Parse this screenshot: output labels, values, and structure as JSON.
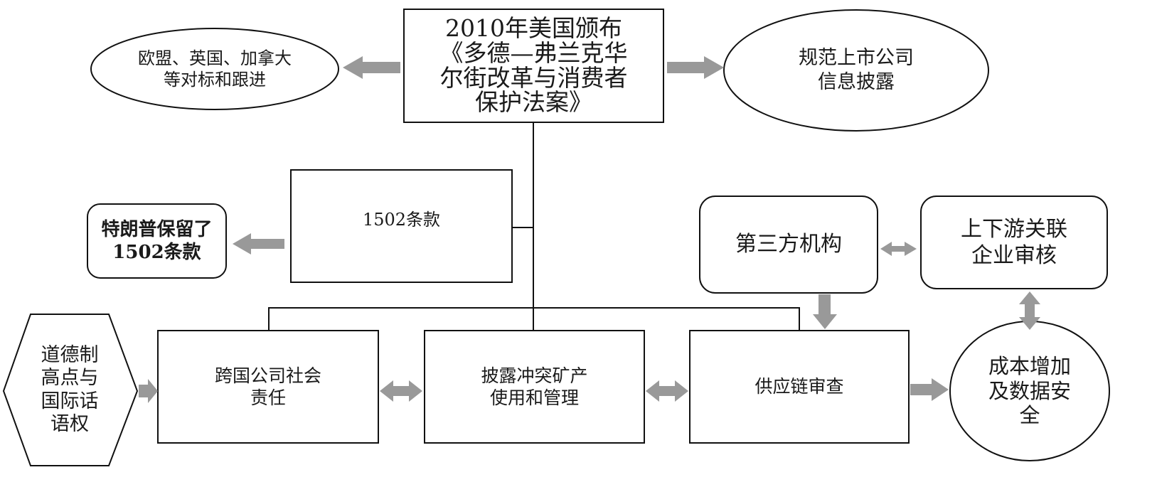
{
  "colors": {
    "stroke": "#111111",
    "arrow": "#999999",
    "text": "#1a1a1a"
  },
  "nodes": {
    "law": "2010年美国颁布\n《多德—弗兰克华\n尔街改革与消费者\n保护法案》",
    "follow": "欧盟、英国、加拿大\n等对标和跟进",
    "regulate": "规范上市公司\n信息披露",
    "clause": "1502条款",
    "trump": "特朗普保留了\n1502条款",
    "thirdparty": "第三方机构",
    "audit": "上下游关联\n企业审核",
    "moral": "道德制\n高点与\n国际话\n语权",
    "csr": "跨国公司社会\n责任",
    "disclose": "披露冲突矿产\n使用和管理",
    "supply": "供应链审查",
    "cost": "成本增加\n及数据安\n全"
  }
}
